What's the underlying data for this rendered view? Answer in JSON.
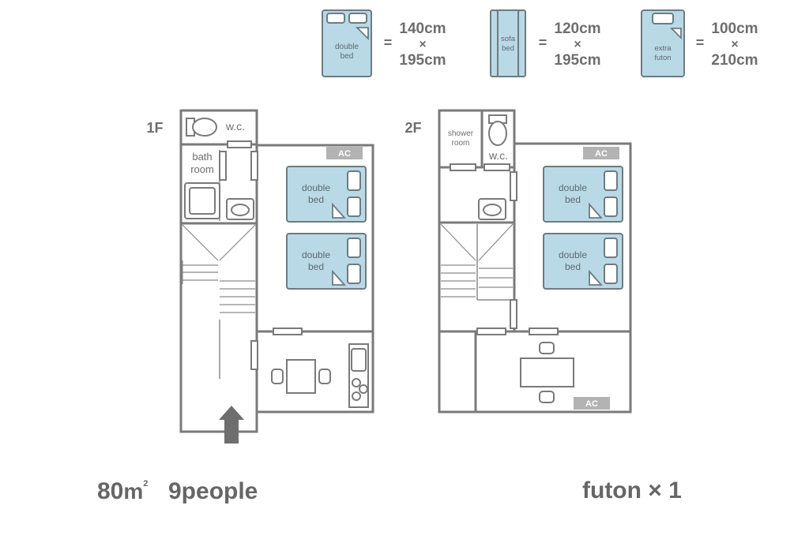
{
  "legend": {
    "double_bed": {
      "label_line1": "double",
      "label_line2": "bed",
      "eq": "=",
      "dim1": "140cm",
      "times": "×",
      "dim2": "195cm"
    },
    "sofa_bed": {
      "label_line1": "sofa",
      "label_line2": "bed",
      "eq": "=",
      "dim1": "120cm",
      "times": "×",
      "dim2": "195cm"
    },
    "extra_futon": {
      "label_line1": "extra",
      "label_line2": "futon",
      "eq": "=",
      "dim1": "100cm",
      "times": "×",
      "dim2": "210cm"
    }
  },
  "floor1": {
    "title": "1F",
    "wc": "w.c.",
    "bath_line1": "bath",
    "bath_line2": "room",
    "ac": "AC",
    "bed1_line1": "double",
    "bed1_line2": "bed",
    "bed2_line1": "double",
    "bed2_line2": "bed"
  },
  "floor2": {
    "title": "2F",
    "shower_line1": "shower",
    "shower_line2": "room",
    "wc": "w.c.",
    "ac_top": "AC",
    "ac_bottom": "AC",
    "bed1_line1": "double",
    "bed1_line2": "bed",
    "bed2_line1": "double",
    "bed2_line2": "bed"
  },
  "footer": {
    "area_number": "80",
    "area_unit": "m",
    "area_sup": "2",
    "people": "9people",
    "futon": "futon × 1"
  },
  "colors": {
    "bed_fill": "#b9d9e6",
    "wall": "#7a7a7a",
    "ac_box": "#b3b3b3",
    "text": "#666666"
  }
}
